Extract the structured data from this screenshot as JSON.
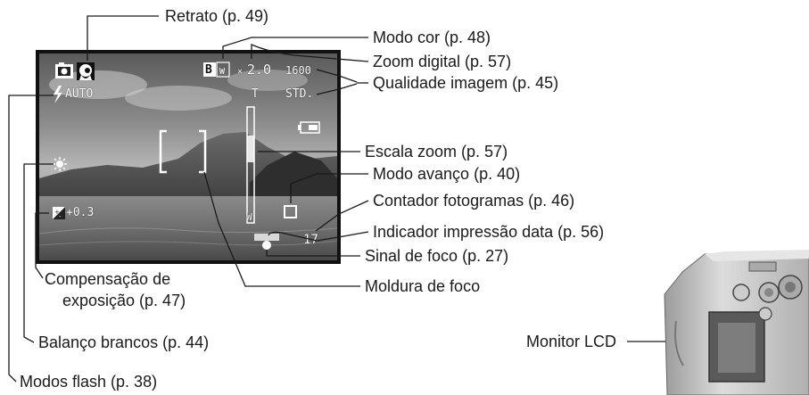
{
  "callouts": {
    "retrato": "Retrato (p. 49)",
    "modo_cor": "Modo cor (p. 48)",
    "zoom_digital": "Zoom digital (p. 57)",
    "qualidade": "Qualidade imagem (p. 45)",
    "escala_zoom": "Escala zoom (p. 57)",
    "modo_avanco": "Modo avanço (p. 40)",
    "contador": "Contador fotogramas (p. 46)",
    "impressao_data": "Indicador impressão data (p. 56)",
    "sinal_foco": "Sinal de foco (p. 27)",
    "moldura_foco": "Moldura de foco",
    "compensacao_1": "Compensação de",
    "compensacao_2": "exposição (p. 47)",
    "balanco": "Balanço brancos (p. 44)",
    "modos_flash": "Modos flash (p. 38)",
    "monitor_lcd": "Monitor LCD"
  },
  "osd": {
    "flash_mode": "AUTO",
    "digital_zoom": "2.0",
    "digital_zoom_prefix": "×",
    "image_size": "1600",
    "quality": "STD.",
    "zoom_top": "T",
    "zoom_bottom": "W",
    "color_mode": "B",
    "exposure_comp": "+0.3",
    "frame_counter": "17"
  },
  "colors": {
    "callout_line": "#1a1a1a",
    "lcd_bezel": "#111111",
    "osd_text": "#ffffff"
  },
  "icons": {
    "camera_mode": "camera-icon",
    "portrait": "portrait-icon",
    "flash": "flash-icon",
    "white_balance": "sun-icon",
    "exposure": "exposure-comp-icon",
    "drive": "single-frame-icon",
    "battery": "battery-icon",
    "focus": "focus-signal-icon",
    "date_print": "date-imprint-icon"
  }
}
